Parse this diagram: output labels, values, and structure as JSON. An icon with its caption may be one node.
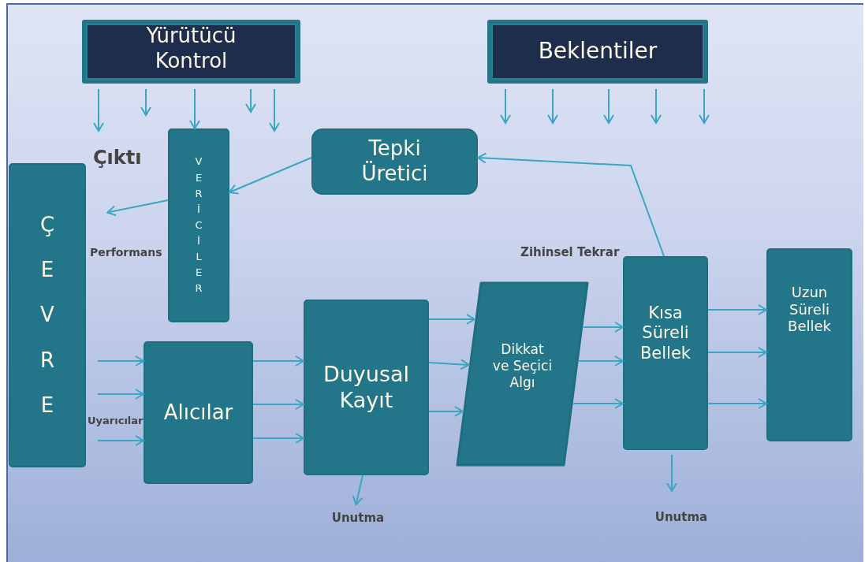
{
  "diagram": {
    "nodes": [
      {
        "text": [
          "Yürütücü Kontrol"
        ]
      },
      {
        "text": [
          "Beklentiler"
        ]
      },
      {
        "text": [
          "Tepki Üretici"
        ]
      },
      {
        "text": [
          "VERİCİLER"
        ]
      },
      {
        "text": [
          "ÇEVRE"
        ]
      },
      {
        "text": [
          "Alıcılar"
        ]
      },
      {
        "text": [
          "Duyusal Kayıt"
        ]
      },
      {
        "text": [
          "Dikkat ve Seçici Algı"
        ]
      },
      {
        "text": [
          "Kısa Süreli Bellek"
        ]
      },
      {
        "text": [
          "Uzun Süreli Bellek"
        ]
      },
      {
        "text": [
          "Unutma"
        ]
      },
      {
        "text": [
          "Unutma"
        ]
      }
    ],
    "edges": [
      {
        "from": 0,
        "to": null,
        "arrow": "to"
      },
      {
        "from": 0,
        "to": null,
        "arrow": "to"
      },
      {
        "from": 0,
        "to": 3,
        "arrow": "to"
      },
      {
        "from": 0,
        "to": null,
        "arrow": "to"
      },
      {
        "from": 0,
        "to": null,
        "arrow": "to"
      },
      {
        "from": 1,
        "to": null,
        "arrow": "to"
      },
      {
        "from": 1,
        "to": null,
        "arrow": "to"
      },
      {
        "from": 1,
        "to": null,
        "arrow": "to"
      },
      {
        "from": 1,
        "to": null,
        "arrow": "to"
      },
      {
        "from": 1,
        "to": null,
        "arrow": "to"
      },
      {
        "from": 2,
        "to": 3,
        "arrow": "to"
      },
      {
        "from": 3,
        "to": 4,
        "arrow": "to"
      },
      {
        "from": 4,
        "to": 5,
        "arrow": "to"
      },
      {
        "from": 4,
        "to": 5,
        "arrow": "to"
      },
      {
        "from": 4,
        "to": 5,
        "arrow": "to"
      },
      {
        "from": 5,
        "to": 6,
        "arrow": "to"
      },
      {
        "from": 5,
        "to": 6,
        "arrow": "to"
      },
      {
        "from": 5,
        "to": 6,
        "arrow": "to"
      },
      {
        "from": 6,
        "to": 7,
        "arrow": "to"
      },
      {
        "from": 6,
        "to": 7,
        "arrow": "to"
      },
      {
        "from": 6,
        "to": 7,
        "arrow": "to"
      },
      {
        "from": 7,
        "to": 8,
        "arrow": "to"
      },
      {
        "from": 7,
        "to": 8,
        "arrow": "to"
      },
      {
        "from": 7,
        "to": 8,
        "arrow": "to"
      },
      {
        "from": 8,
        "to": 9,
        "arrow": "to"
      },
      {
        "from": 8,
        "to": 9,
        "arrow": "to"
      },
      {
        "from": 8,
        "to": 9,
        "arrow": "to"
      },
      {
        "from": 8,
        "to": 2,
        "arrow": "to"
      },
      {
        "from": 6,
        "to": 10,
        "arrow": "to"
      },
      {
        "from": 8,
        "to": 11,
        "arrow": "to"
      }
    ],
    "labels": [
      "Çıktı",
      "Performans",
      "Zihinsel Tekrar",
      "Uyarıcılar"
    ]
  }
}
